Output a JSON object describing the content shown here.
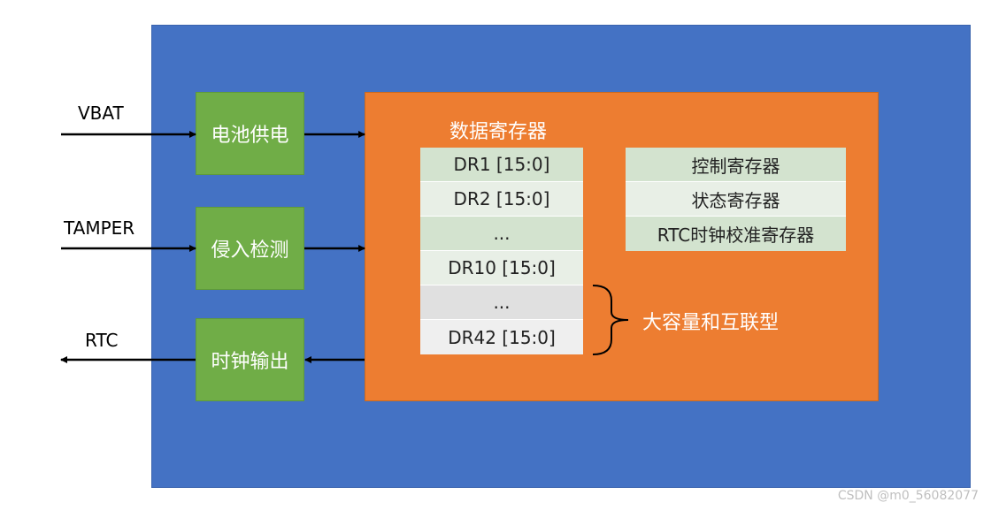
{
  "inputs": {
    "vbat": "VBAT",
    "tamper": "TAMPER",
    "rtc": "RTC"
  },
  "blocks": {
    "battery": "电池供电",
    "tamper_detect": "侵入检测",
    "clock_output": "时钟输出"
  },
  "data_registers": {
    "title": "数据寄存器",
    "rows": [
      "DR1 [15:0]",
      "DR2 [15:0]",
      "...",
      "DR10 [15:0]",
      "...",
      "DR42 [15:0]"
    ]
  },
  "control_registers": [
    "控制寄存器",
    "状态寄存器",
    "RTC时钟校准寄存器"
  ],
  "brace_label": "大容量和互联型",
  "watermark": "CSDN @m0_56082077",
  "colors": {
    "outer": "#4472c4",
    "inner": "#ed7d31",
    "block": "#70ad47"
  }
}
